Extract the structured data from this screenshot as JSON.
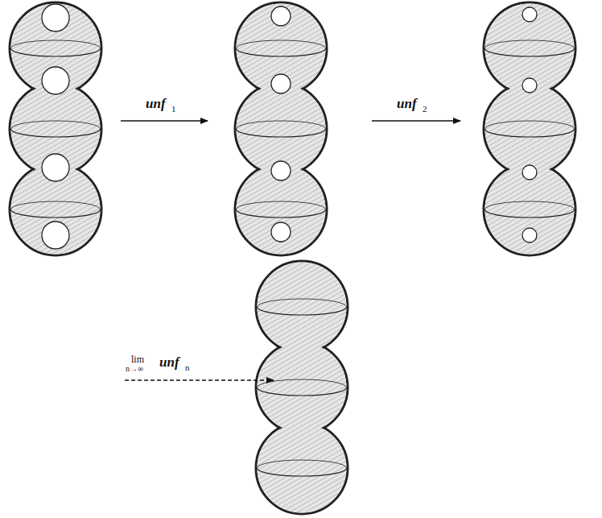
{
  "diagram": {
    "labels": [
      "unf",
      "1",
      "unf",
      "2",
      "lim",
      "n→∞",
      "unf",
      "n"
    ]
  }
}
